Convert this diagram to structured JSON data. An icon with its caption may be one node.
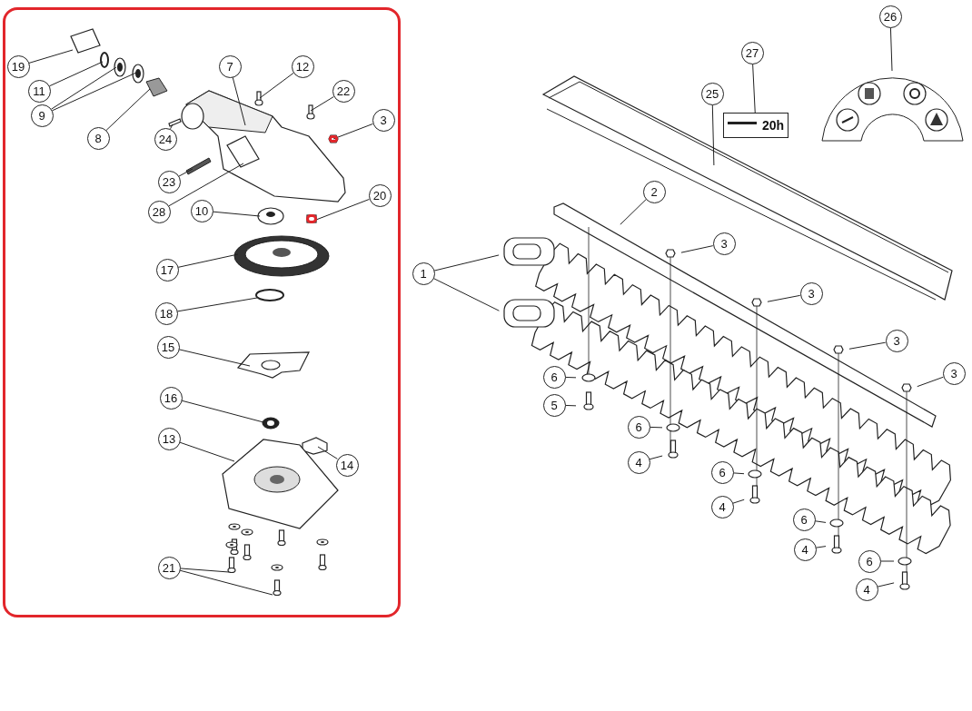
{
  "diagram": {
    "nodes": [
      {
        "text": [],
        "shape": "box"
      },
      {
        "text": [
          "19"
        ],
        "in": 0
      },
      {
        "text": [
          "11"
        ],
        "in": 0
      },
      {
        "text": [
          "9"
        ],
        "in": 0
      },
      {
        "text": [
          "8"
        ],
        "in": 0
      },
      {
        "text": [
          "7"
        ],
        "in": 0
      },
      {
        "text": [
          "12"
        ],
        "in": 0
      },
      {
        "text": [
          "22"
        ],
        "in": 0
      },
      {
        "text": [
          "3"
        ],
        "in": 0
      },
      {
        "text": [
          "24"
        ],
        "in": 0
      },
      {
        "text": [
          "23"
        ],
        "in": 0
      },
      {
        "text": [
          "28"
        ],
        "in": 0
      },
      {
        "text": [
          "10"
        ],
        "in": 0
      },
      {
        "text": [
          "20"
        ],
        "in": 0
      },
      {
        "text": [
          "17"
        ],
        "in": 0
      },
      {
        "text": [
          "18"
        ],
        "in": 0
      },
      {
        "text": [
          "15"
        ],
        "in": 0
      },
      {
        "text": [
          "16"
        ],
        "in": 0
      },
      {
        "text": [
          "13"
        ],
        "in": 0
      },
      {
        "text": [
          "14"
        ],
        "in": 0
      },
      {
        "text": [
          "21"
        ],
        "in": 0
      },
      {
        "text": [
          "26"
        ]
      },
      {
        "text": [
          "27"
        ]
      },
      {
        "text": [
          "25"
        ]
      },
      {
        "text": [
          "2"
        ]
      },
      {
        "text": [
          "1"
        ]
      },
      {
        "text": [
          "3"
        ]
      },
      {
        "text": [
          "3"
        ]
      },
      {
        "text": [
          "3"
        ]
      },
      {
        "text": [
          "3"
        ]
      },
      {
        "text": [
          "6"
        ]
      },
      {
        "text": [
          "5"
        ]
      },
      {
        "text": [
          "6"
        ]
      },
      {
        "text": [
          "4"
        ]
      },
      {
        "text": [
          "6"
        ]
      },
      {
        "text": [
          "4"
        ]
      },
      {
        "text": [
          "6"
        ]
      },
      {
        "text": [
          "4"
        ]
      },
      {
        "text": [
          "6"
        ]
      },
      {
        "text": [
          "4"
        ]
      },
      {
        "text": [
          "20h"
        ]
      },
      {
        "text": [],
        "shape": "picture"
      },
      {
        "text": [],
        "shape": "circle",
        "in": 0
      },
      {
        "text": [],
        "shape": "picture",
        "in": 0
      },
      {
        "text": [],
        "shape": "picture",
        "in": 0
      },
      {
        "text": [],
        "shape": "picture",
        "in": 0
      },
      {
        "text": [],
        "shape": "picture",
        "in": 0
      },
      {
        "text": [],
        "shape": "picture",
        "in": 0
      },
      {
        "text": [],
        "shape": "box",
        "in": 0
      },
      {
        "text": [],
        "shape": "box",
        "in": 0
      },
      {
        "text": [],
        "shape": "picture",
        "in": 0
      },
      {
        "text": [],
        "shape": "picture",
        "in": 0
      },
      {
        "text": [],
        "shape": "picture",
        "in": 0
      },
      {
        "text": [],
        "shape": "picture",
        "in": 0
      },
      {
        "text": [],
        "shape": "bar",
        "in": 0
      },
      {
        "text": [],
        "shape": "bar",
        "in": 0
      },
      {
        "text": [],
        "shape": "picture",
        "in": 0
      },
      {
        "text": [],
        "shape": "picture",
        "in": 0
      },
      {
        "text": [],
        "shape": "circle",
        "in": 0
      },
      {
        "text": [],
        "shape": "picture",
        "in": 0
      },
      {
        "text": [],
        "shape": "picture",
        "in": 0
      },
      {
        "text": [],
        "shape": "picture",
        "in": 0
      },
      {
        "text": [],
        "shape": "picture",
        "in": 0
      }
    ],
    "edges": [
      {
        "from": 1,
        "to": 52,
        "arrow": "none"
      },
      {
        "from": 2,
        "to": 42,
        "arrow": "none"
      },
      {
        "from": 3,
        "to": 43,
        "arrow": "none"
      },
      {
        "from": 3,
        "to": 44,
        "arrow": "none"
      },
      {
        "from": 4,
        "to": 45,
        "arrow": "none"
      },
      {
        "from": 5,
        "to": 53,
        "arrow": "none"
      },
      {
        "from": 6,
        "to": 46,
        "arrow": "none"
      },
      {
        "from": 7,
        "to": 47,
        "arrow": "none"
      },
      {
        "from": 8,
        "to": 48,
        "arrow": "none"
      },
      {
        "from": 9,
        "to": 54,
        "arrow": "none"
      },
      {
        "from": 10,
        "to": 55,
        "arrow": "none"
      },
      {
        "from": 11,
        "to": 53,
        "arrow": "none"
      },
      {
        "from": 12,
        "to": 56,
        "arrow": "none"
      },
      {
        "from": 13,
        "to": 49,
        "arrow": "none"
      },
      {
        "from": 14,
        "to": 57,
        "arrow": "none"
      },
      {
        "from": 15,
        "to": 58,
        "arrow": "none"
      },
      {
        "from": 16,
        "to": 59,
        "arrow": "none"
      },
      {
        "from": 17,
        "to": 50,
        "arrow": "none"
      },
      {
        "from": 18,
        "to": 61,
        "arrow": "none"
      },
      {
        "from": 19,
        "to": 60,
        "arrow": "none"
      },
      {
        "from": 20,
        "to": 51,
        "arrow": "none"
      },
      {
        "from": 20,
        "to": 62,
        "arrow": "none"
      },
      {
        "from": 21,
        "to": 41,
        "arrow": "none"
      },
      {
        "from": 22,
        "to": 40,
        "arrow": "none"
      },
      {
        "from": 23,
        "to": null,
        "arrow": "none"
      },
      {
        "from": 24,
        "to": null,
        "arrow": "none"
      },
      {
        "from": 25,
        "to": null,
        "arrow": "none"
      },
      {
        "from": 25,
        "to": null,
        "arrow": "none"
      },
      {
        "from": 26,
        "to": null,
        "arrow": "none"
      },
      {
        "from": 27,
        "to": null,
        "arrow": "none"
      },
      {
        "from": 28,
        "to": null,
        "arrow": "none"
      },
      {
        "from": 29,
        "to": null,
        "arrow": "none"
      },
      {
        "from": 30,
        "to": null,
        "arrow": "none"
      },
      {
        "from": 31,
        "to": null,
        "arrow": "none"
      },
      {
        "from": 32,
        "to": null,
        "arrow": "none"
      },
      {
        "from": 33,
        "to": null,
        "arrow": "none"
      },
      {
        "from": 34,
        "to": null,
        "arrow": "none"
      },
      {
        "from": 35,
        "to": null,
        "arrow": "none"
      },
      {
        "from": 36,
        "to": null,
        "arrow": "none"
      },
      {
        "from": 37,
        "to": null,
        "arrow": "none"
      },
      {
        "from": 38,
        "to": null,
        "arrow": "none"
      },
      {
        "from": 39,
        "to": null,
        "arrow": "none"
      }
    ]
  }
}
